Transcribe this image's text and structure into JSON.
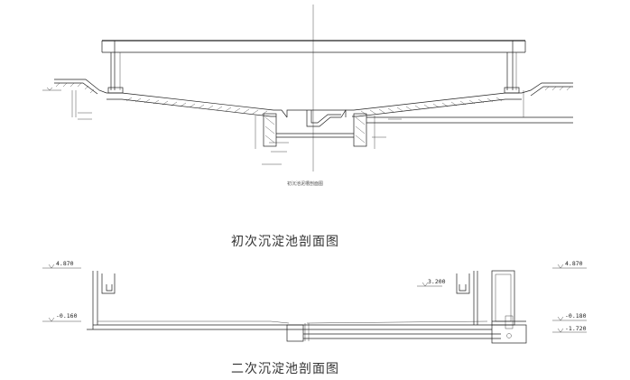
{
  "primary_section": {
    "title": "初次沉淀池剖面图",
    "subtitle": "初沉池泥槽剖面图"
  },
  "secondary_section": {
    "title": "二次沉淀池剖面图",
    "elevations": {
      "left_top": "4.870",
      "left_bottom": "-0.160",
      "mid_right": "3.200",
      "right_top": "4.870",
      "right_mid": "-0.180",
      "right_bottom": "-1.720"
    }
  }
}
